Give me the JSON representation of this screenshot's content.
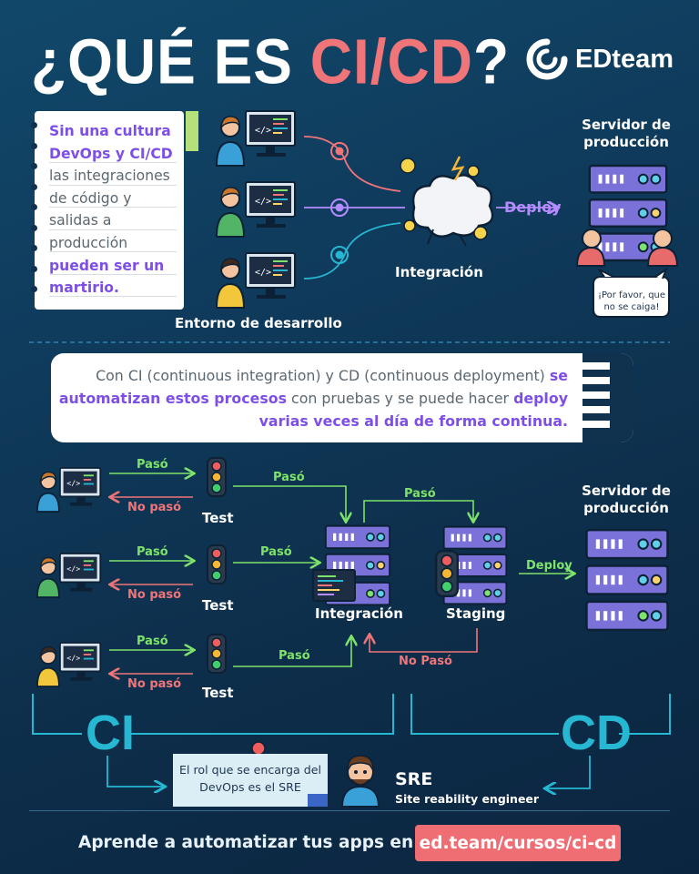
{
  "header": {
    "title_prefix": "¿QUÉ ES ",
    "title_accent": "CI/CD",
    "title_suffix": "?",
    "brand_name": "EDteam"
  },
  "intro_note": {
    "part1": "Sin una cultura DevOps y CI/CD",
    "part2": " las integraciones de código y salidas a producción ",
    "part3": "pueden ser un martirio."
  },
  "top_diagram": {
    "server_title_line1": "Servidor de",
    "server_title_line2": "producción",
    "deploy_label": "Deploy",
    "integration_label": "Integración",
    "dev_env_label": "Entorno de desarrollo",
    "speech_line1": "¡Por favor, que",
    "speech_line2": "no se caiga!"
  },
  "banner": {
    "part1": "Con CI (continuous integration) y CD (continuous deployment) ",
    "part2": "se automatizan estos procesos",
    "part3": " con pruebas y se puede hacer ",
    "part4": "deploy varias veces al día de forma continua."
  },
  "pipeline": {
    "pass_label": "Pasó",
    "fail_label": "No pasó",
    "fail_label_staging": "No Pasó",
    "test_label": "Test",
    "integration_label": "Integración",
    "staging_label": "Staging",
    "deploy_label": "Deploy",
    "server_title_line1": "Servidor de",
    "server_title_line2": "producción"
  },
  "roles": {
    "ci_label": "CI",
    "cd_label": "CD",
    "sticky_text": "El rol que se encarga del DevOps es el SRE",
    "sre_title": "SRE",
    "sre_subtitle": "Site reability engineer"
  },
  "footer": {
    "cta": "Aprende a automatizar tus apps en:",
    "url": "ed.team/cursos/ci-cd"
  },
  "colors": {
    "background": "#0f3a5b",
    "accent_red": "#f07579",
    "purple": "#b58cff",
    "green": "#7ee36a",
    "cyan": "#26b7d3",
    "server_purple": "#7b72d9"
  }
}
